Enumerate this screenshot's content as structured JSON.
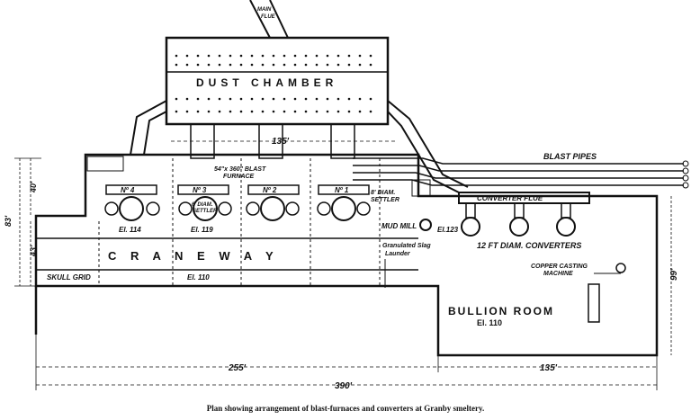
{
  "labels": {
    "main_flue_1": "MAIN",
    "main_flue_2": "FLUE",
    "dust_chamber": "DUST CHAMBER",
    "dim_135_top": "135'",
    "blast_pipes": "BLAST PIPES",
    "furnace_note_1": "54\"x 360\" BLAST",
    "furnace_note_2": "FURNACE",
    "no4": "Nº 4",
    "no3": "Nº 3",
    "no2": "Nº 2",
    "no1": "Nº 1",
    "settler_6_1": "6' DIAM.",
    "settler_6_2": "SETTLER",
    "settler_8_1": "8' DIAM.",
    "settler_8_2": "SETTLER",
    "converter_flue": "CONVERTER   FLUE",
    "mud_mill": "MUD MILL",
    "el114": "El. 114",
    "el119": "El. 119",
    "el123": "El.123",
    "converters": "12 FT DIAM. CONVERTERS",
    "dim_83": "83'",
    "dim_40": "40'",
    "dim_43": "43'",
    "craneway": "C R A N E W A Y",
    "granulated_1": "Granulated Slag",
    "granulated_2": "Launder",
    "copper_1": "COPPER CASTING",
    "copper_2": "MACHINE",
    "dim_99": "99'",
    "skull_grid": "SKULL GRID",
    "el110_craneway": "El. 110",
    "bullion_room": "BULLION  ROOM",
    "el110_bullion": "El. 110",
    "dim_255": "255'",
    "dim_135_bottom": "135'",
    "dim_390": "390'",
    "caption": "Plan showing arrangement of blast-furnaces and converters at Granby smeltery."
  }
}
